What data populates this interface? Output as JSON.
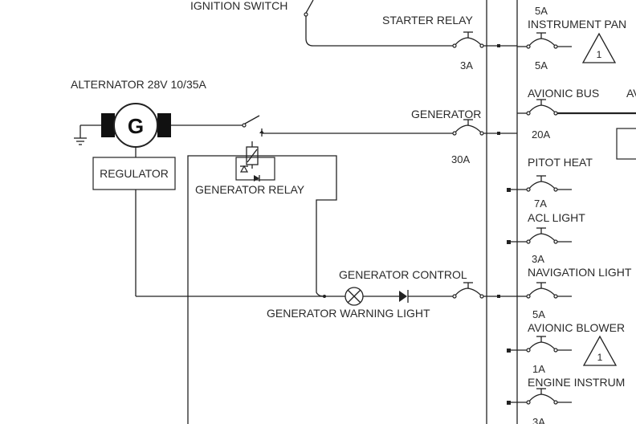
{
  "labels": {
    "ignition_switch": "IGNITION SWITCH",
    "starter_relay": "STARTER RELAY",
    "alternator": "ALTERNATOR 28V 10/35A",
    "generator_letter": "G",
    "regulator": "REGULATOR",
    "generator_relay": "GENERATOR RELAY",
    "generator_cb": "GENERATOR",
    "generator_control": "GENERATOR CONTROL",
    "generator_warning_light": "GENERATOR WARNING LIGHT"
  },
  "ratings": {
    "starter_relay": "3A",
    "generator": "30A"
  },
  "breakers": [
    {
      "name": "",
      "rating": "5A"
    },
    {
      "name": "INSTRUMENT PAN",
      "rating": "5A"
    },
    {
      "name": "AVIONIC BUS",
      "rating": "20A"
    },
    {
      "name": "PITOT HEAT",
      "rating": "7A"
    },
    {
      "name": "ACL LIGHT",
      "rating": "3A"
    },
    {
      "name": "NAVIGATION LIGHT",
      "rating": "5A"
    },
    {
      "name": "AVIONIC BLOWER",
      "rating": "1A"
    },
    {
      "name": "ENGINE INSTRUM",
      "rating": "3A"
    }
  ],
  "warnings": [
    {
      "symbol": "warning-triangle-icon",
      "number": "1"
    },
    {
      "symbol": "warning-triangle-icon",
      "number": "1"
    }
  ],
  "edge_text": {
    "avionic_right": "AV"
  }
}
